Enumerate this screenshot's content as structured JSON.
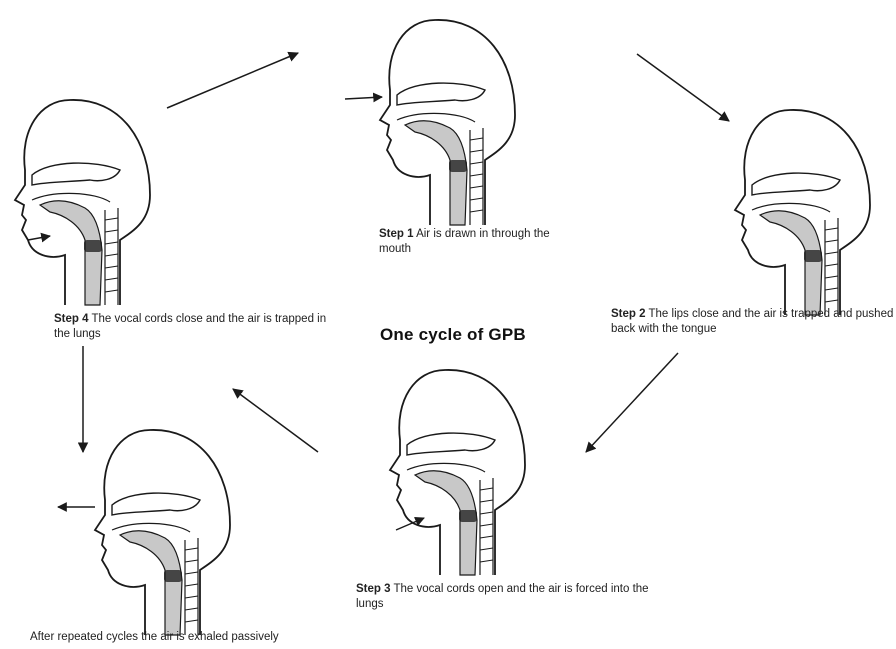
{
  "title": "One cycle of GPB",
  "steps": [
    {
      "label": "Step 1",
      "text": "Air is drawn in through the mouth"
    },
    {
      "label": "Step 2",
      "text": "The lips close and the air is trapped and pushed back with the tongue"
    },
    {
      "label": "Step 3",
      "text": "The vocal cords open and the air is forced into the lungs"
    },
    {
      "label": "Step 4",
      "text": "The vocal cords close and the air is trapped in the lungs"
    }
  ],
  "final_caption": "After repeated cycles the air is exhaled passively",
  "colors": {
    "line": "#1a1a1a",
    "shade": "#9a9a9a"
  }
}
